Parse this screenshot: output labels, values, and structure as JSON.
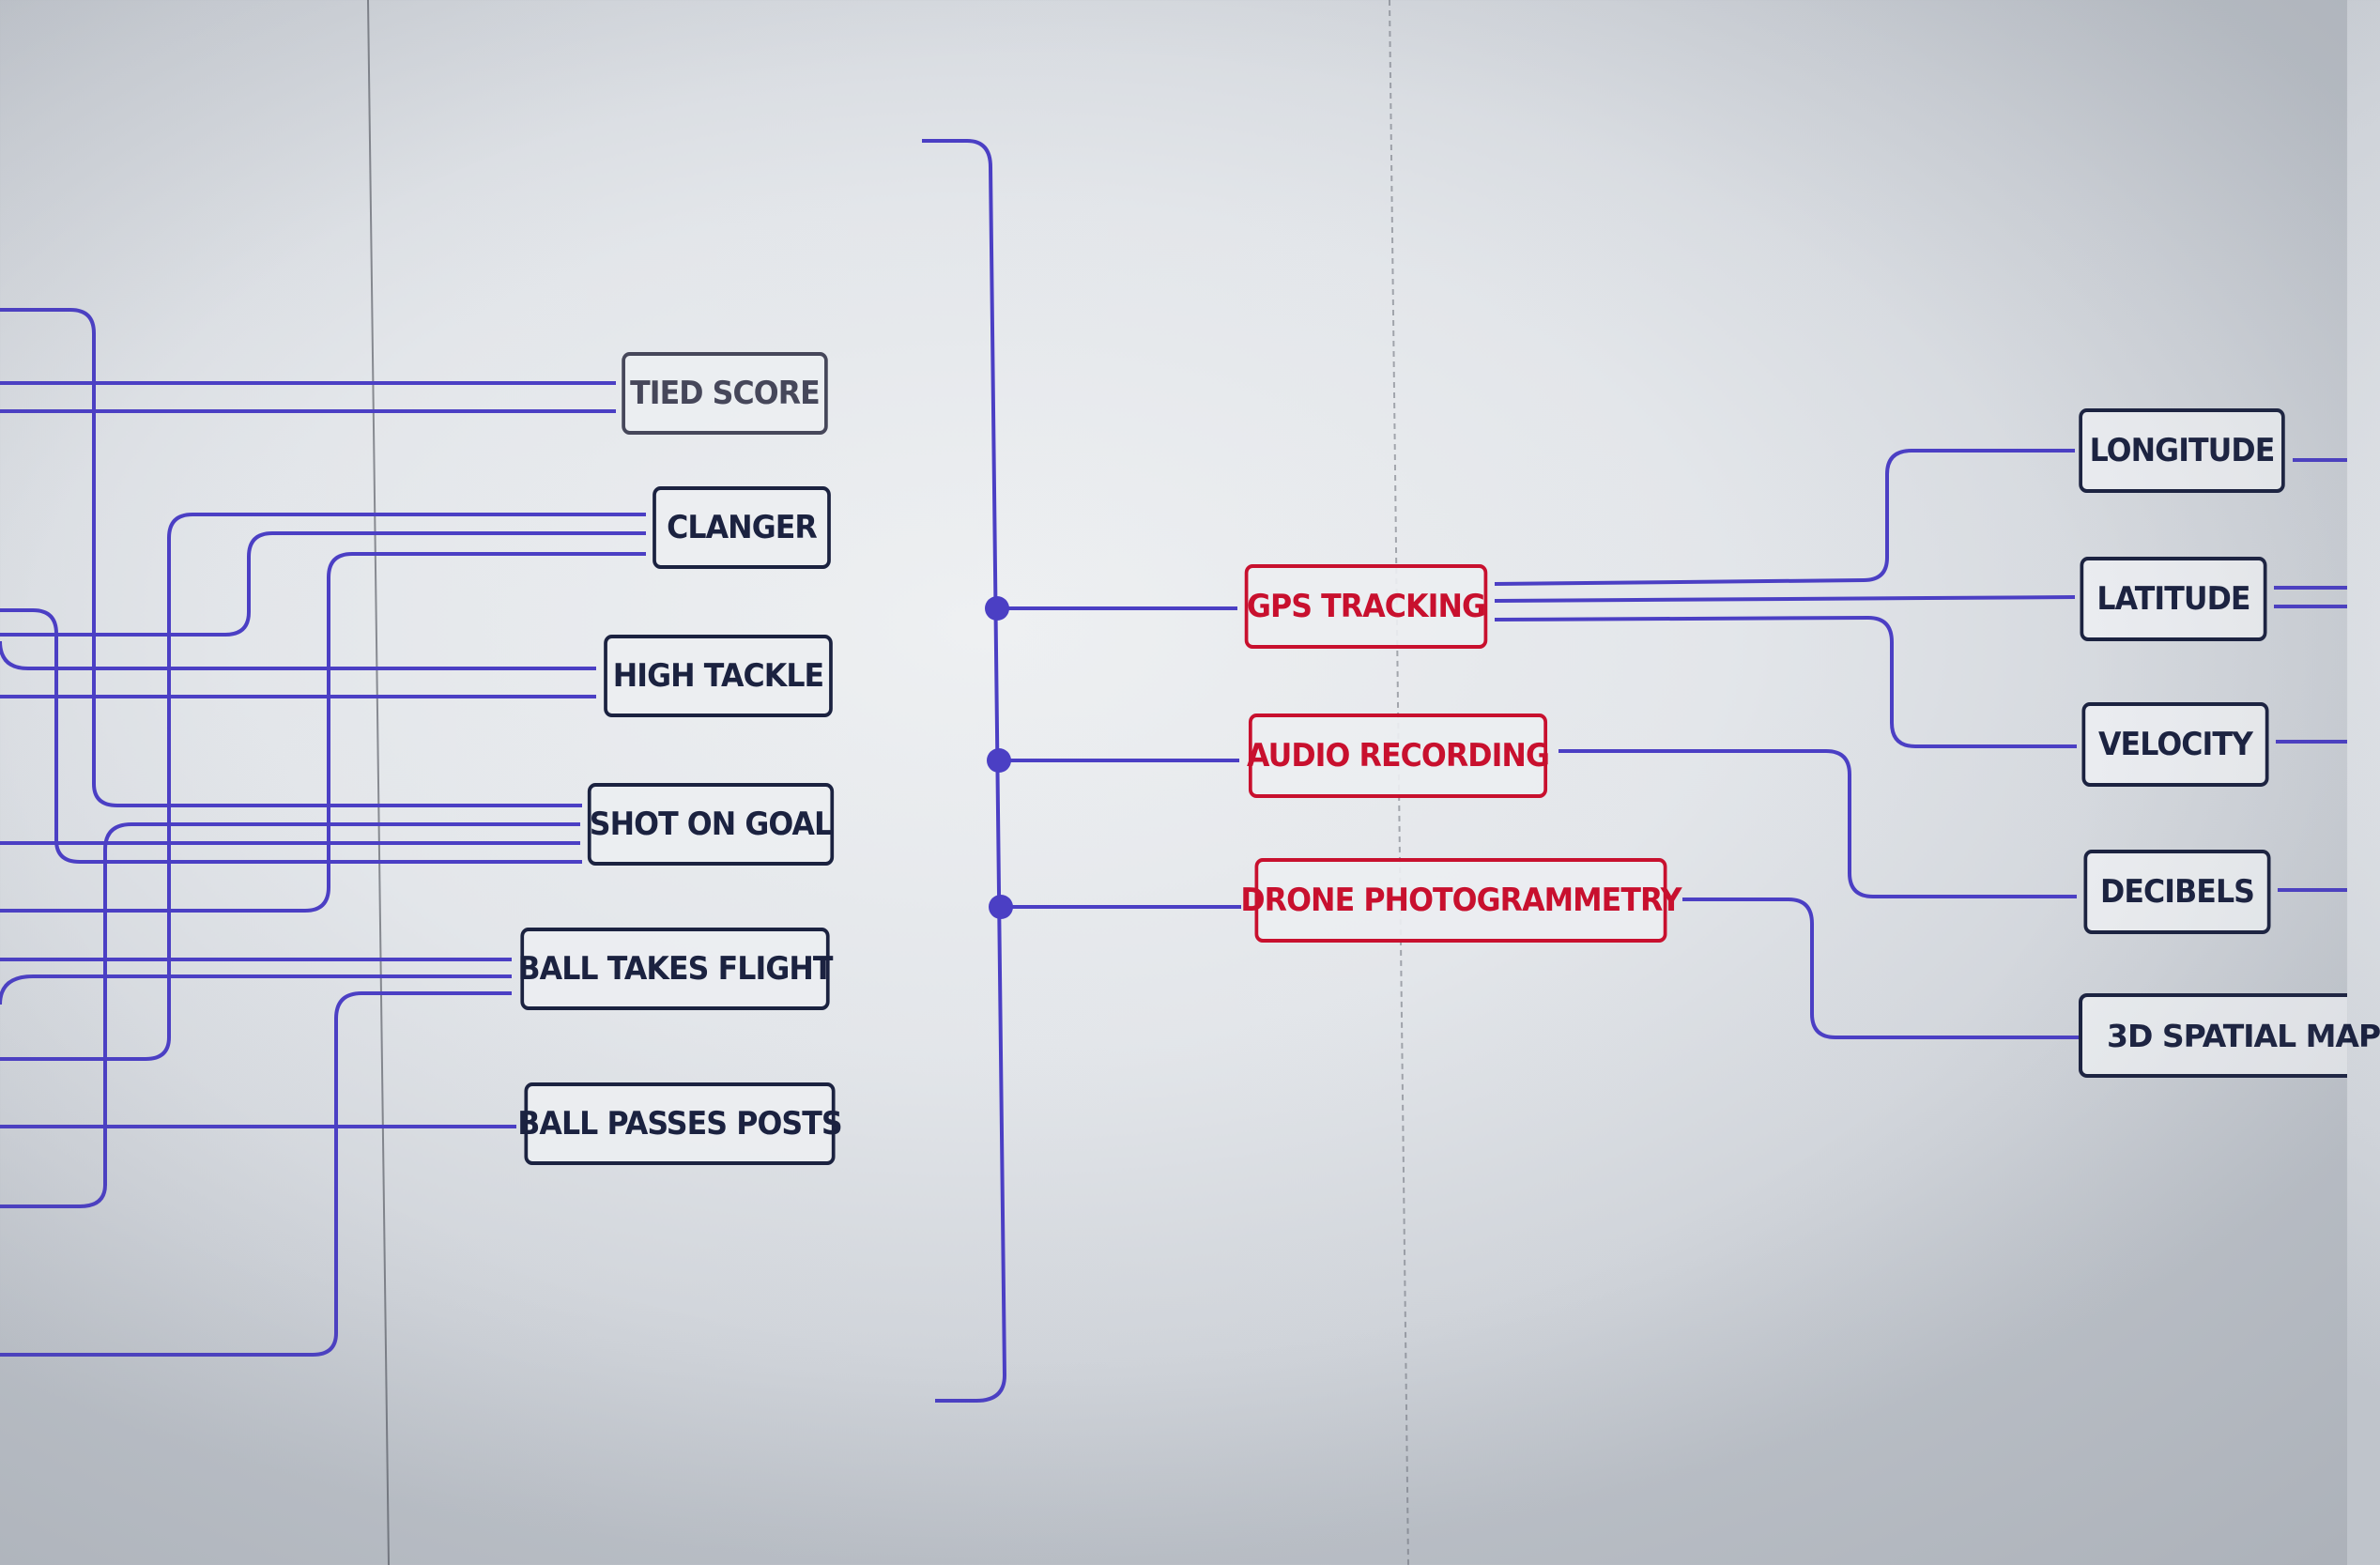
{
  "colors": {
    "line": "#4b3fc4",
    "box_border": "#1b2240",
    "highlight": "#c8102e"
  },
  "left_labels": {
    "tied_score": "TIED SCORE",
    "clanger": "CLANGER",
    "high_tackle": "HIGH TACKLE",
    "shot_on_goal": "SHOT ON GOAL",
    "ball_takes_flight": "BALL TAKES FLIGHT",
    "ball_passes_posts": "BALL PASSES POSTS"
  },
  "sensors": {
    "gps_tracking": "GPS TRACKING",
    "audio_recording": "AUDIO RECORDING",
    "drone_photogrammetry": "DRONE PHOTOGRAMMETRY"
  },
  "outputs": {
    "longitude": "LONGITUDE",
    "latitude": "LATITUDE",
    "velocity": "VELOCITY",
    "decibels": "DECIBELS",
    "spatial_map": "3D SPATIAL MAP"
  }
}
